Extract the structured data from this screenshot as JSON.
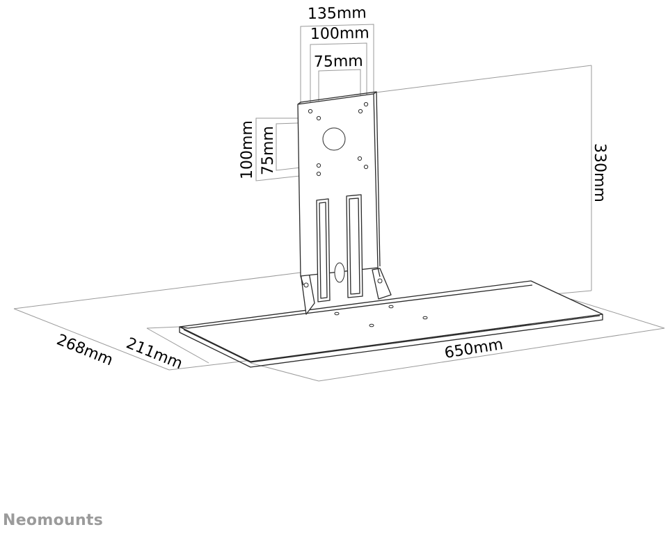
{
  "dimensions": {
    "top_outer": "135mm",
    "top_middle": "100mm",
    "top_inner": "75mm",
    "side_outer": "100mm",
    "side_inner": "75mm",
    "height": "330mm",
    "depth_outer": "268mm",
    "depth_inner": "211mm",
    "width": "650mm"
  },
  "brand": {
    "name": "Neomounts",
    "color": "#9b9b9b"
  },
  "colors": {
    "line": "#2a2a2a",
    "dimension_line": "#9a9a9a",
    "text": "#000000"
  }
}
